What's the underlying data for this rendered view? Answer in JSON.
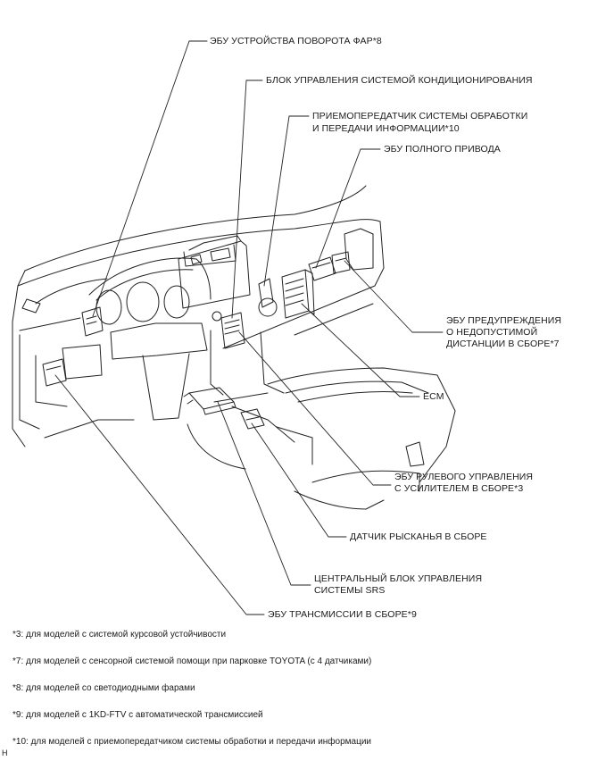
{
  "labels": {
    "headlamp_swivel_ecu": "ЭБУ УСТРОЙСТВА ПОВОРОТА ФАР*8",
    "ac_control_unit": "БЛОК УПРАВЛЕНИЯ СИСТЕМОЙ КОНДИЦИОНИРОВАНИЯ",
    "transceiver_line1": "ПРИЕМОПЕРЕДАТЧИК СИСТЕМЫ ОБРАБОТКИ",
    "transceiver_line2": "И ПЕРЕДАЧИ ИНФОРМАЦИИ*10",
    "awd_ecu": "ЭБУ ПОЛНОГО ПРИВОДА",
    "clearance_warning_line1": "ЭБУ ПРЕДУПРЕЖДЕНИЯ",
    "clearance_warning_line2": "О НЕДОПУСТИМОЙ",
    "clearance_warning_line3": "ДИСТАНЦИИ В СБОРЕ*7",
    "ecm": "ECM",
    "power_steering_line1": "ЭБУ РУЛЕВОГО УПРАВЛЕНИЯ",
    "power_steering_line2": "С УСИЛИТЕЛЕМ В СБОРЕ*3",
    "yaw_rate_sensor": "ДАТЧИК РЫСКАНЬЯ В СБОРЕ",
    "srs_line1": "ЦЕНТРАЛЬНЫЙ БЛОК УПРАВЛЕНИЯ",
    "srs_line2": "СИСТЕМЫ SRS",
    "transmission_ecu": "ЭБУ ТРАНСМИССИИ В СБОРЕ*9"
  },
  "footnotes": [
    "*3: для моделей с системой курсовой устойчивости",
    "*7: для моделей с сенсорной системой помощи при парковке TOYOTA (с 4 датчиками)",
    "*8: для моделей со светодиодными фарами",
    "*9: для моделей с 1KD-FTV с автоматической трансмиссией",
    "*10: для моделей с приемопередатчиком системы обработки и передачи информации"
  ],
  "corner_mark": "H"
}
